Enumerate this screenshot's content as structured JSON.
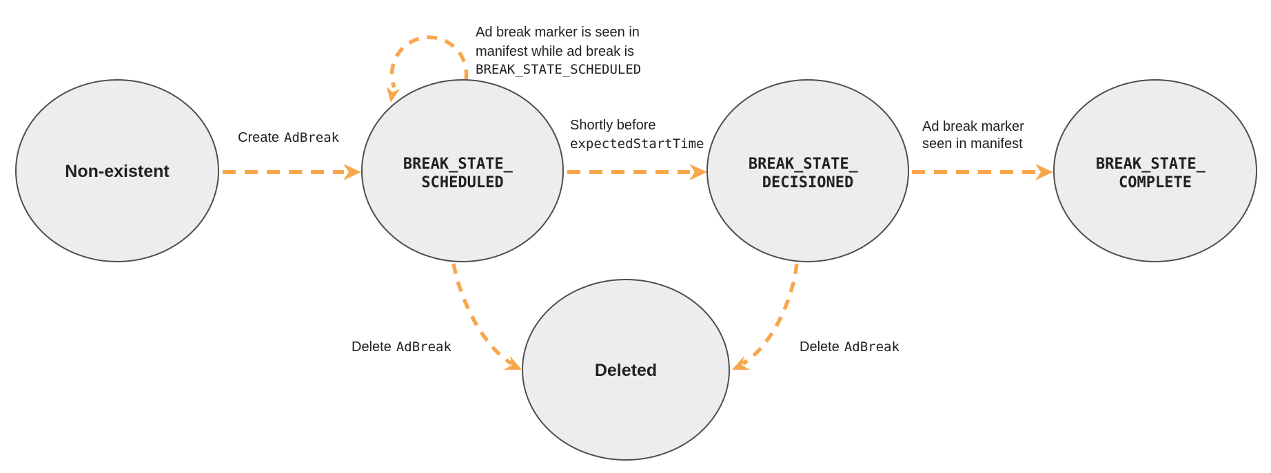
{
  "colors": {
    "arrow": "#F9A74D",
    "node_fill": "#EDEDED",
    "node_border": "#4E4E4E",
    "text": "#202124"
  },
  "states": {
    "non_existent": {
      "label": "Non-existent"
    },
    "scheduled": {
      "line1": "BREAK_STATE_",
      "line2": "SCHEDULED"
    },
    "decisioned": {
      "line1": "BREAK_STATE_",
      "line2": "DECISIONED"
    },
    "complete": {
      "line1": "BREAK_STATE_",
      "line2": "COMPLETE"
    },
    "deleted": {
      "label": "Deleted"
    }
  },
  "transitions": {
    "create": {
      "from": "non_existent",
      "to": "scheduled",
      "text": "Create",
      "code": "AdBreak"
    },
    "self_loop": {
      "from": "scheduled",
      "to": "scheduled",
      "line1": "Ad break marker is seen in",
      "line2": "manifest while ad break is",
      "code": "BREAK_STATE_SCHEDULED"
    },
    "decision": {
      "from": "scheduled",
      "to": "decisioned",
      "line1": "Shortly before",
      "code": "expectedStartTime"
    },
    "complete": {
      "from": "decisioned",
      "to": "complete",
      "line1": "Ad break marker",
      "line2": "seen in manifest"
    },
    "delete_from_scheduled": {
      "from": "scheduled",
      "to": "deleted",
      "text": "Delete",
      "code": "AdBreak"
    },
    "delete_from_decisioned": {
      "from": "decisioned",
      "to": "deleted",
      "text": "Delete",
      "code": "AdBreak"
    }
  }
}
